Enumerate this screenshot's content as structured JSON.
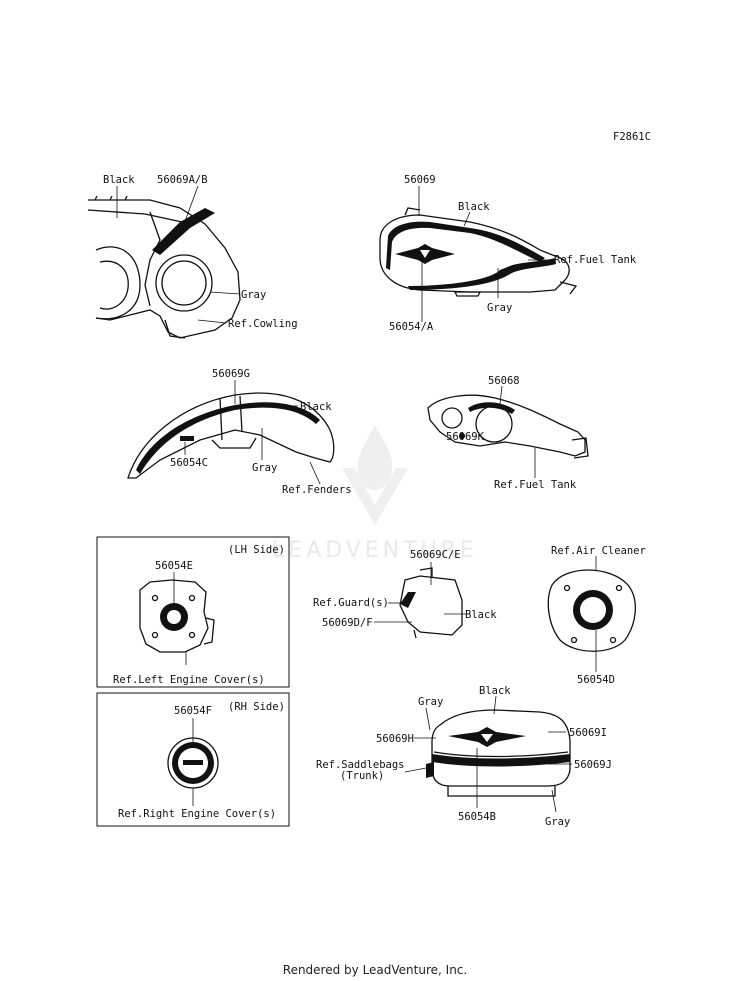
{
  "figure_code": "F2861C",
  "watermark": "LEADVENTURE",
  "footer": "Rendered by LeadVenture, Inc.",
  "callouts": {
    "cowl_black": "Black",
    "cowl_part": "56069A/B",
    "cowl_gray": "Gray",
    "cowl_ref": "Ref.Cowling",
    "tank_part": "56069",
    "tank_black": "Black",
    "tank_ref": "Ref.Fuel Tank",
    "tank_gray": "Gray",
    "tank_emblem": "56054/A",
    "fender_part": "56069G",
    "fender_black": "Black",
    "fender_emblem": "56054C",
    "fender_gray": "Gray",
    "fender_ref": "Ref.Fenders",
    "tank2_part": "56068",
    "tank2_k": "56069K",
    "tank2_ref": "Ref.Fuel Tank",
    "lh_side": "(LH Side)",
    "lh_part": "56054E",
    "lh_ref": "Ref.Left Engine Cover(s)",
    "rh_side": "(RH Side)",
    "rh_part": "56054F",
    "rh_ref": "Ref.Right Engine Cover(s)",
    "guard_part_ce": "56069C/E",
    "guard_ref": "Ref.Guard(s)",
    "guard_part_df": "56069D/F",
    "guard_black": "Black",
    "air_ref": "Ref.Air Cleaner",
    "air_part": "56054D",
    "trunk_gray_top": "Gray",
    "trunk_black": "Black",
    "trunk_h": "56069H",
    "trunk_i": "56069I",
    "trunk_ref_1": "Ref.Saddlebags",
    "trunk_ref_2": "(Trunk)",
    "trunk_j": "56069J",
    "trunk_emblem": "56054B",
    "trunk_gray_bottom": "Gray"
  }
}
